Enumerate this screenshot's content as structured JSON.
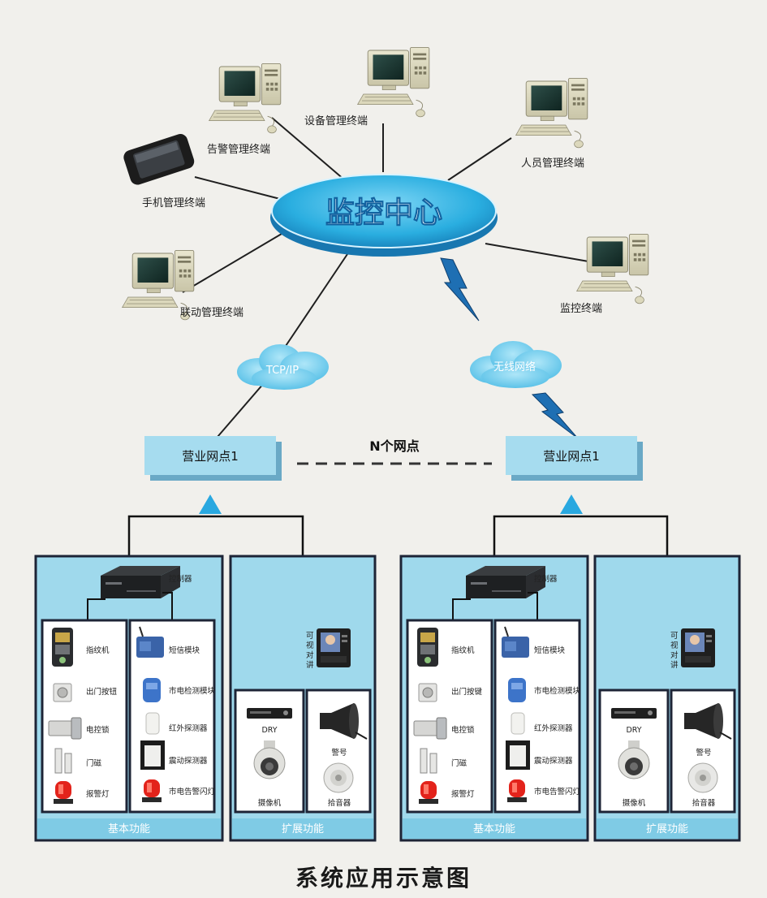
{
  "center": {
    "label": "监控中心"
  },
  "terminals": {
    "device_mgmt": "设备管理终端",
    "alarm_mgmt": "告警管理终端",
    "personnel_mgmt": "人员管理终端",
    "mobile_mgmt": "手机管理终端",
    "linkage_mgmt": "联动管理终端",
    "monitor": "监控终端"
  },
  "networks": {
    "tcpip": "TCP/IP",
    "wireless": "无线网络"
  },
  "branches": {
    "left": "营业网点1",
    "right": "营业网点1",
    "middle": "N个网点"
  },
  "panel": {
    "controller": "控制器",
    "basic_left": [
      "指纹机",
      "出门按钮",
      "电控锁",
      "门磁",
      "报警灯"
    ],
    "basic_right": [
      "短信模块",
      "市电检测模块",
      "红外探测器",
      "震动探测器",
      "市电告警闪灯"
    ],
    "basic_footer": "基本功能",
    "ext_footer": "扩展功能",
    "intercom": "可视对讲",
    "dvr": "DRY",
    "camera": "摄像机",
    "horn": "警号",
    "pickup": "拾音器"
  },
  "panel2": {
    "basic_left": [
      "指纹机",
      "出门按键",
      "电控锁",
      "门磁",
      "报警灯"
    ]
  },
  "title": "系统应用示意图",
  "colors": {
    "panel": "#9fd9ec",
    "border": "#1d2436",
    "branch": "#a6dcef",
    "center": "#39b6e3",
    "band": "#7fcbe5"
  }
}
